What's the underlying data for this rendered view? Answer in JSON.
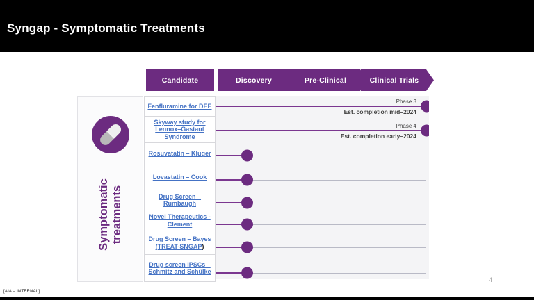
{
  "slide": {
    "title": "Syngap - Symptomatic Treatments",
    "footer_tag": "[AIA – INTERNAL]",
    "page_number": "4"
  },
  "colors": {
    "accent_purple": "#6C2B80",
    "link_blue": "#4472C4",
    "header_bg": "#000000",
    "track_gray": "#b9bac6"
  },
  "pipeline": {
    "stages": [
      {
        "label": "Candidate"
      },
      {
        "label": "Discovery"
      },
      {
        "label": "Pre-Clinical"
      },
      {
        "label": "Clinical Trials"
      }
    ],
    "category": {
      "label_line1": "Symptomatic",
      "label_line2": "treatments",
      "icon": "pill-icon"
    },
    "rows": [
      {
        "name": "Fenfluramine for DEE",
        "stage_reached": "Clinical Trials",
        "phase": "Phase 3",
        "note": "Est. completion mid–2024"
      },
      {
        "name": "Skyway study for Lennox–Gastaut Syndrome",
        "stage_reached": "Clinical Trials",
        "phase": "Phase 4",
        "note": "Est. completion early–2024"
      },
      {
        "name": "Rosuvatatin – Kluger",
        "stage_reached": "Discovery"
      },
      {
        "name": "Lovastatin – Cook",
        "stage_reached": "Discovery"
      },
      {
        "name": "Drug Screen – Rumbaugh",
        "stage_reached": "Discovery"
      },
      {
        "name": "Novel Therapeutics - Clement",
        "stage_reached": "Discovery"
      },
      {
        "name": "Drug Screen – Bayes (TREAT-SNGAP",
        "name_suffix": ")",
        "stage_reached": "Discovery"
      },
      {
        "name": "Drug screen iPSCs – Schmitz and Schülke",
        "stage_reached": "Discovery"
      }
    ]
  }
}
